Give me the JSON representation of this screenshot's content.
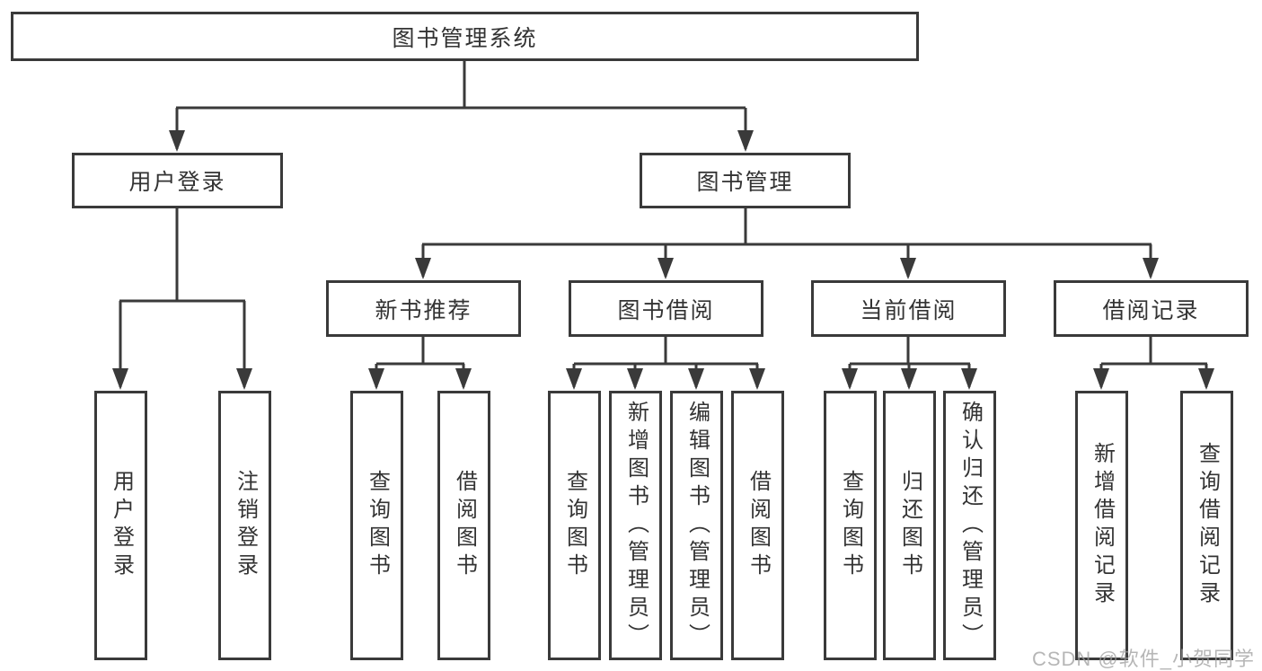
{
  "tree": {
    "label": "图书管理系统",
    "children": [
      {
        "label": "用户登录",
        "children": [
          {
            "label": "用户登录"
          },
          {
            "label": "注销登录"
          }
        ]
      },
      {
        "label": "图书管理",
        "children": [
          {
            "label": "新书推荐",
            "children": [
              {
                "label": "查询图书"
              },
              {
                "label": "借阅图书"
              }
            ]
          },
          {
            "label": "图书借阅",
            "children": [
              {
                "label": "查询图书"
              },
              {
                "label": "新增图书（管理员）"
              },
              {
                "label": "编辑图书（管理员）"
              },
              {
                "label": "借阅图书"
              }
            ]
          },
          {
            "label": "当前借阅",
            "children": [
              {
                "label": "查询图书"
              },
              {
                "label": "归还图书"
              },
              {
                "label": "确认归还（管理员）"
              }
            ]
          },
          {
            "label": "借阅记录",
            "children": [
              {
                "label": "新增借阅记录"
              },
              {
                "label": "查询借阅记录"
              }
            ]
          }
        ]
      }
    ]
  },
  "watermark": "CSDN @软件_小贺同学",
  "colors": {
    "line": "#3a3a3a",
    "box_border": "#3a3a3a",
    "box_fill": "#ffffff",
    "text": "#333333",
    "watermark": "#9e9e9e",
    "background": "#ffffff"
  }
}
